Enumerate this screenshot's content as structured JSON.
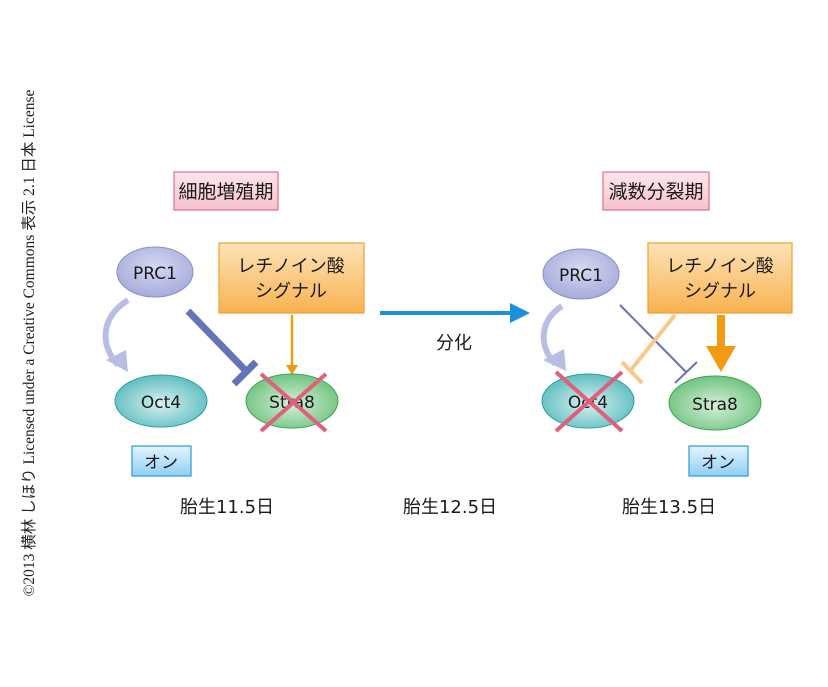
{
  "credit": "©2013 横林 しほり Licensed under a Creative Commons 表示 2.1 日本 License",
  "left_panel": {
    "phase_label": "細胞増殖期",
    "prc1": "PRC1",
    "signal_line1": "レチノイン酸",
    "signal_line2": "シグナル",
    "oct4": "Oct4",
    "stra8": "Stra8",
    "on_badge": "オン",
    "oct4_status": "on",
    "stra8_status": "off",
    "day": "胎生11.5日"
  },
  "transition": {
    "label": "分化",
    "day": "胎生12.5日"
  },
  "right_panel": {
    "phase_label": "減数分裂期",
    "prc1": "PRC1",
    "signal_line1": "レチノイン酸",
    "signal_line2": "シグナル",
    "oct4": "Oct4",
    "stra8": "Stra8",
    "on_badge": "オン",
    "oct4_status": "off",
    "stra8_status": "on",
    "day": "胎生13.5日"
  },
  "colors": {
    "phase_fill": "#f9d3db",
    "phase_stroke": "#e0708a",
    "prc1_fill": "#b4b8e0",
    "prc1_stroke": "#7f87c4",
    "signal_fill": "#fbc777",
    "signal_stroke": "#f0a030",
    "oct4_fill": "#6ec5c5",
    "oct4_stroke": "#2aa0a8",
    "stra8_fill": "#7fca8c",
    "stra8_stroke": "#3ea552",
    "badge_fill": "#a8dcf5",
    "badge_stroke": "#2a9ad6",
    "cross": "#e0607c",
    "inhibit_strong": "#6673b8",
    "activate_faint": "#b9bde3",
    "signal_arrow": "#f29a10",
    "signal_faint": "#f7c98a",
    "transition_arrow": "#1b8fdc"
  }
}
